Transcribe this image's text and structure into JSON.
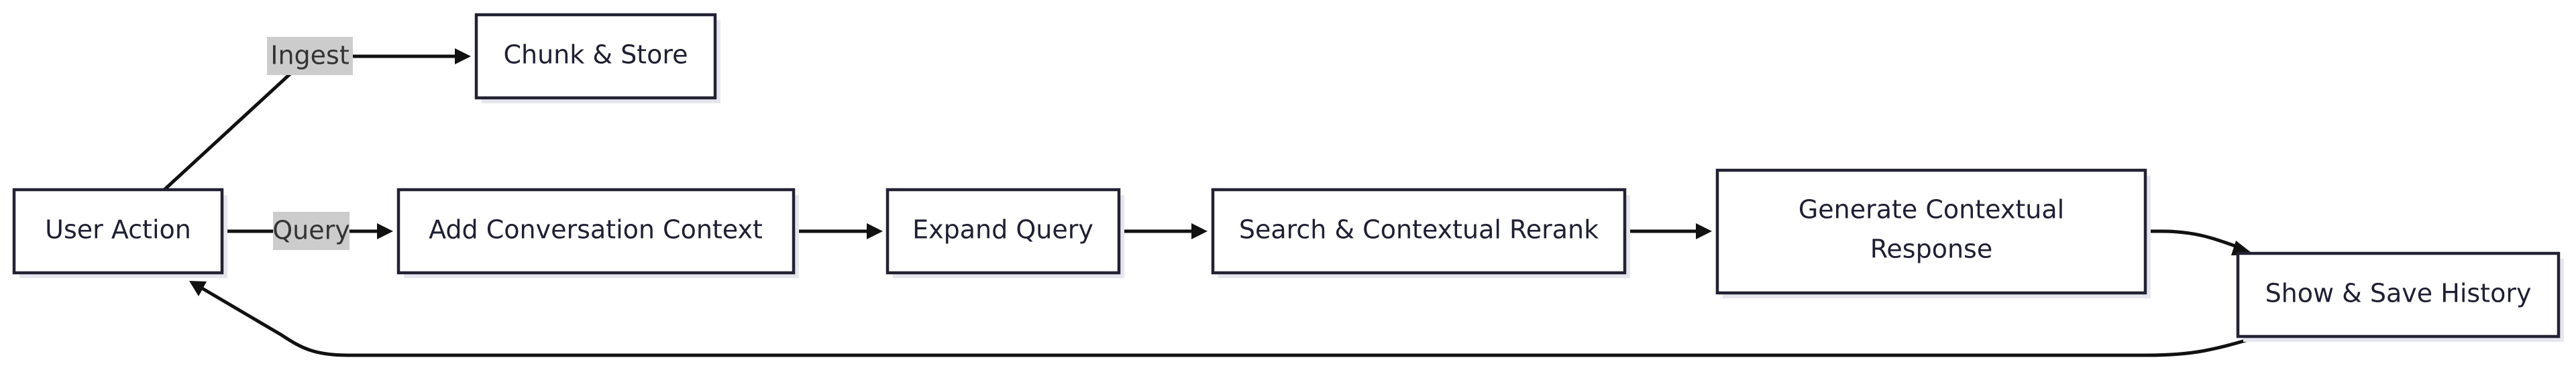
{
  "nodes": {
    "user_action": "User Action",
    "chunk_store": "Chunk & Store",
    "add_context": "Add Conversation Context",
    "expand_query": "Expand Query",
    "search_rerank": "Search & Contextual Rerank",
    "generate_line1": "Generate Contextual",
    "generate_line2": "Response",
    "show_save": "Show & Save History"
  },
  "edge_labels": {
    "ingest": "Ingest",
    "query": "Query"
  },
  "colors": {
    "node_border": "#222233",
    "node_shadow": "#e6e6ef",
    "edge": "#111111",
    "label_background": "#cccccc",
    "text": "#1f1f33"
  }
}
